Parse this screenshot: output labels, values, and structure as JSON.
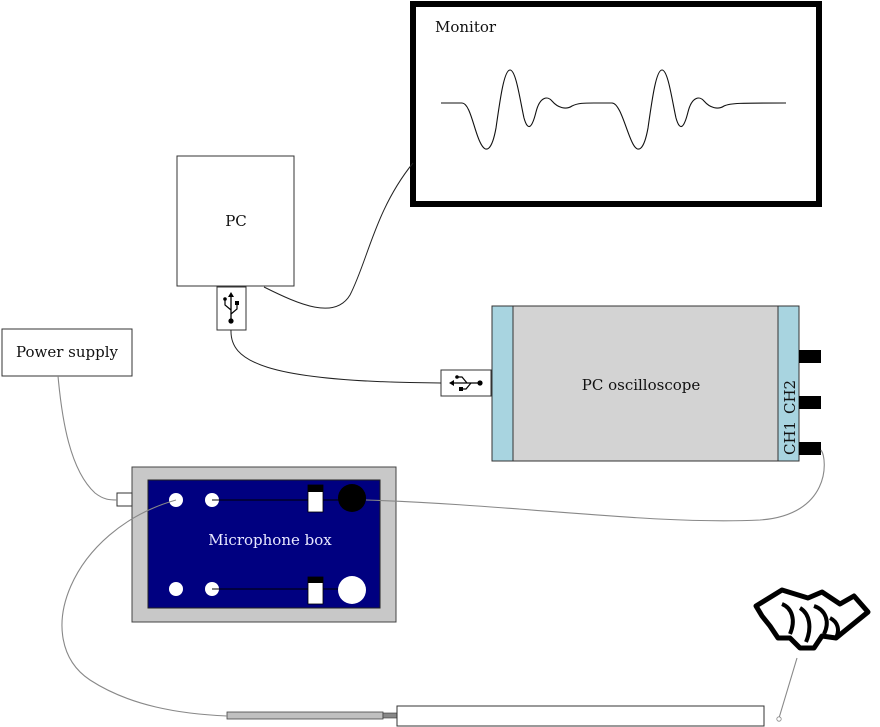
{
  "labels": {
    "monitor": "Monitor",
    "pc": "PC",
    "power_supply": "Power supply",
    "pc_oscilloscope": "PC oscilloscope",
    "ch1": "CH1",
    "ch2": "CH2",
    "microphone_box": "Microphone box"
  },
  "icons": {
    "usb_pc": "usb-icon",
    "usb_scope": "usb-icon",
    "hand": "hand-icon"
  },
  "colors": {
    "mic_box_panel": "#000080",
    "mic_box_frame": "#c8c8c8",
    "scope_body": "#d3d3d3",
    "scope_side": "#a8d4e0"
  }
}
